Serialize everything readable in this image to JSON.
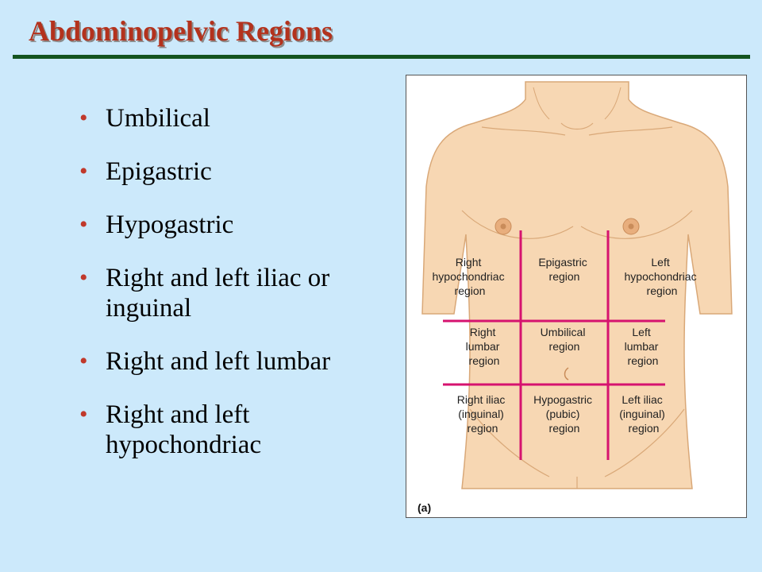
{
  "title": "Abdominopelvic Regions",
  "bullets": [
    "Umbilical",
    "Epigastric",
    "Hypogastric",
    "Right and left iliac or inguinal",
    "Right and left lumbar",
    "Right and left hypochondriac"
  ],
  "figure": {
    "caption": "(a)",
    "regions": [
      [
        "Right",
        "hypochondriac",
        "region"
      ],
      [
        "Epigastric",
        "region"
      ],
      [
        "Left",
        "hypochondriac",
        "region"
      ],
      [
        "Right",
        "lumbar",
        "region"
      ],
      [
        "Umbilical",
        "region"
      ],
      [
        "Left",
        "lumbar",
        "region"
      ],
      [
        "Right iliac",
        "(inguinal)",
        "region"
      ],
      [
        "Hypogastric",
        "(pubic)",
        "region"
      ],
      [
        "Left iliac",
        "(inguinal)",
        "region"
      ]
    ]
  },
  "colors": {
    "background": "#cce9fb",
    "title": "#b3321d",
    "rule": "#13541f",
    "bullet": "#c0392b",
    "skin": "#f7d7b3",
    "grid_lines": "#d6136f"
  }
}
